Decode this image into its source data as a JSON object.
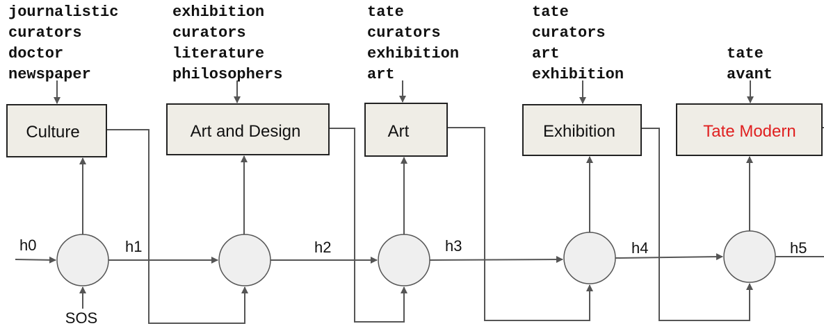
{
  "steps": [
    {
      "label": "Culture",
      "highlight": false,
      "keywords": [
        "journalistic",
        "curators",
        "doctor",
        "newspaper"
      ]
    },
    {
      "label": "Art and Design",
      "highlight": false,
      "keywords": [
        "exhibition",
        "curators",
        "literature",
        "philosophers"
      ]
    },
    {
      "label": "Art",
      "highlight": false,
      "keywords": [
        "tate",
        "curators",
        "exhibition",
        "art"
      ]
    },
    {
      "label": "Exhibition",
      "highlight": false,
      "keywords": [
        "tate",
        "curators",
        "art",
        "exhibition"
      ]
    },
    {
      "label": "Tate Modern",
      "highlight": true,
      "keywords": [
        "tate",
        "avant"
      ]
    }
  ],
  "hidden_states": [
    "h0",
    "h1",
    "h2",
    "h3",
    "h4",
    "h5"
  ],
  "start_token": "SOS",
  "colors": {
    "box_fill": "#efede6",
    "node_fill": "#efefef",
    "line": "#555555",
    "highlight": "#e02020"
  }
}
